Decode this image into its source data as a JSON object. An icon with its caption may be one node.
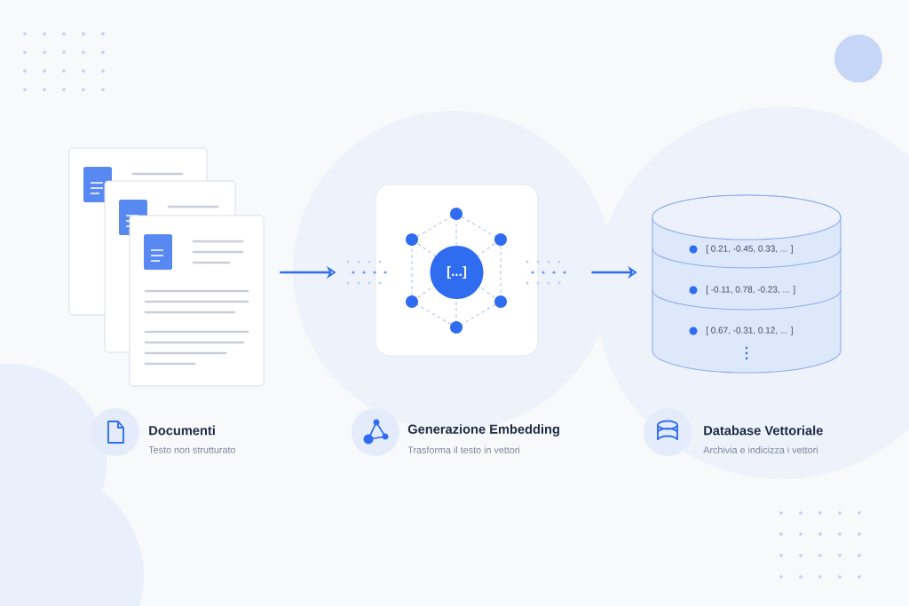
{
  "diagram": {
    "nodes": [
      {
        "text": [],
        "shape": "picture",
        "beside": [
          "Documenti",
          "Testo non strutturato"
        ]
      },
      {
        "text": [],
        "shape": "box",
        "beside": [
          "Generazione Embedding",
          "Trasforma il testo in vettori"
        ]
      },
      {
        "text": [
          "[...]"
        ],
        "in": 1
      },
      {
        "text": [
          "[ 0.21, -0.45, 0.33, ... ]",
          "[ -0.11, 0.78, -0.23, ... ]",
          "[ 0.67, -0.31, 0.12, ... ]"
        ],
        "beside": [
          "Database Vettoriale",
          "Archivia e indicizza i vettori"
        ]
      }
    ],
    "edges": [
      {
        "from": 0,
        "to": 1,
        "arrow": "to"
      },
      {
        "from": 1,
        "to": 3,
        "arrow": "to"
      }
    ]
  }
}
